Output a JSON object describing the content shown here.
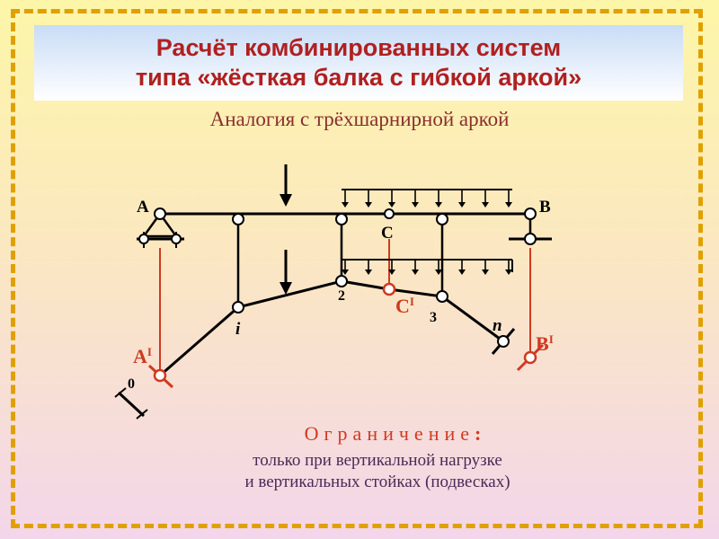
{
  "title": {
    "line1": "Расчёт комбинированных систем",
    "line2": "типа «жёсткая балка с гибкой аркой»"
  },
  "subtitle": "Аналогия с трёхшарнирной аркой",
  "labels": {
    "A": "A",
    "B": "B",
    "C": "C",
    "A_prime_base": "A",
    "A_prime_mark": "I",
    "B_prime_base": "B",
    "B_prime_mark": "I",
    "C_prime_base": "C",
    "C_prime_mark": "I",
    "node_0": "0",
    "node_i": "i",
    "node_2": "2",
    "node_3": "3",
    "node_n": "n"
  },
  "restriction": {
    "title": "Ограничение",
    "colon": ":",
    "line1": "только при вертикальной нагрузке",
    "line2": "и вертикальных стойках (подвесках)"
  },
  "colors": {
    "title": "#b02020",
    "accent": "#d03a20",
    "structure": "#000000",
    "frame": "#e0a000"
  }
}
